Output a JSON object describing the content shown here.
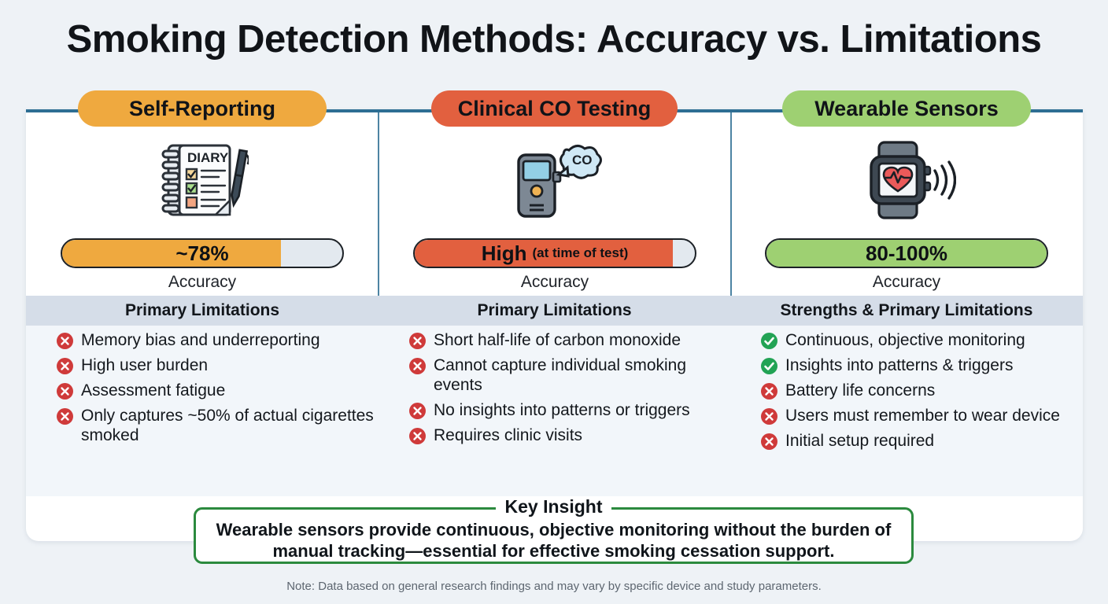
{
  "title": "Smoking Detection Methods: Accuracy vs. Limitations",
  "colors": {
    "page_bg": "#eef2f6",
    "card_bg": "#ffffff",
    "rule": "#2e6e93",
    "orange": "#efa93f",
    "red": "#e2603f",
    "green": "#9ed072",
    "band": "#d5dde8",
    "insight_border": "#2b8a3e",
    "check_green": "#22a355",
    "cross_red": "#cf3a3a"
  },
  "columns": [
    {
      "header": "Self-Reporting",
      "header_color": "#efa93f",
      "icon": "diary-notebook-icon",
      "accuracy_value": "~78%",
      "accuracy_sub": "",
      "accuracy_caption": "Accuracy",
      "bar_percent": 78,
      "bar_color": "#efa93f",
      "list_header": "Primary Limitations",
      "items": [
        {
          "type": "cross",
          "text": "Memory bias and underreporting"
        },
        {
          "type": "cross",
          "text": "High user burden"
        },
        {
          "type": "cross",
          "text": "Assessment fatigue"
        },
        {
          "type": "cross",
          "text": "Only captures ~50% of actual cigarettes smoked"
        }
      ]
    },
    {
      "header": "Clinical CO Testing",
      "header_color": "#e2603f",
      "icon": "co-monitor-icon",
      "accuracy_value": "High",
      "accuracy_sub": "(at time of test)",
      "accuracy_caption": "Accuracy",
      "bar_percent": 92,
      "bar_color": "#e2603f",
      "list_header": "Primary Limitations",
      "items": [
        {
          "type": "cross",
          "text": "Short half-life of carbon monoxide"
        },
        {
          "type": "cross",
          "text": "Cannot capture individual smoking events"
        },
        {
          "type": "cross",
          "text": "No insights into patterns or triggers"
        },
        {
          "type": "cross",
          "text": "Requires clinic visits"
        }
      ]
    },
    {
      "header": "Wearable Sensors",
      "header_color": "#9ed072",
      "icon": "smartwatch-heartrate-icon",
      "accuracy_value": "80-100%",
      "accuracy_sub": "",
      "accuracy_caption": "Accuracy",
      "bar_percent": 100,
      "bar_color": "#9ed072",
      "list_header": "Strengths & Primary Limitations",
      "items": [
        {
          "type": "check",
          "text": "Continuous, objective monitoring"
        },
        {
          "type": "check",
          "text": "Insights into patterns & triggers"
        },
        {
          "type": "cross",
          "text": "Battery life concerns"
        },
        {
          "type": "cross",
          "text": "Users must remember to wear device"
        },
        {
          "type": "cross",
          "text": "Initial setup required"
        }
      ]
    }
  ],
  "arrows": [
    {
      "name": "arrow-self-to-clinical",
      "color": "#e0a94a"
    },
    {
      "name": "arrow-clinical-to-wearable",
      "color": "#7fbf5c"
    }
  ],
  "insight": {
    "title": "Key Insight",
    "body": "Wearable sensors provide continuous, objective monitoring without the burden of manual tracking—essential for effective smoking cessation support."
  },
  "note": "Note: Data based on general research findings and may vary by specific device and study parameters."
}
